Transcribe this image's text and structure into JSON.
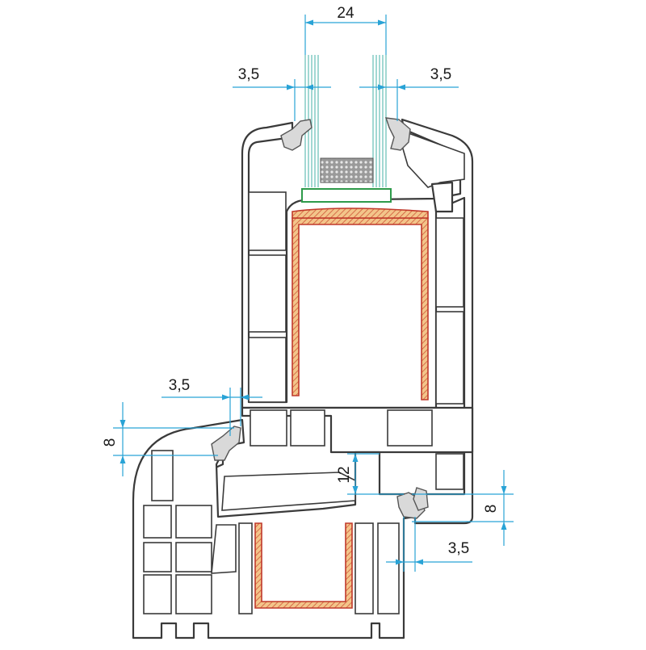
{
  "dimensions": {
    "glass_thickness": "24",
    "seal_left_top": "3,5",
    "seal_right_top": "3,5",
    "seal_left_mid": "3,5",
    "seal_height_left": "8",
    "rebate_height": "12",
    "seal_height_right": "8",
    "seal_right_bottom": "3,5"
  },
  "colors": {
    "dimension_lines": "#29a3d6",
    "glass_panes": "#6fc4bb",
    "steel_reinforcement": "#c0392b",
    "glazing_bead_spacer": "#2e9a4a",
    "gaskets": "#d9d9d9"
  }
}
